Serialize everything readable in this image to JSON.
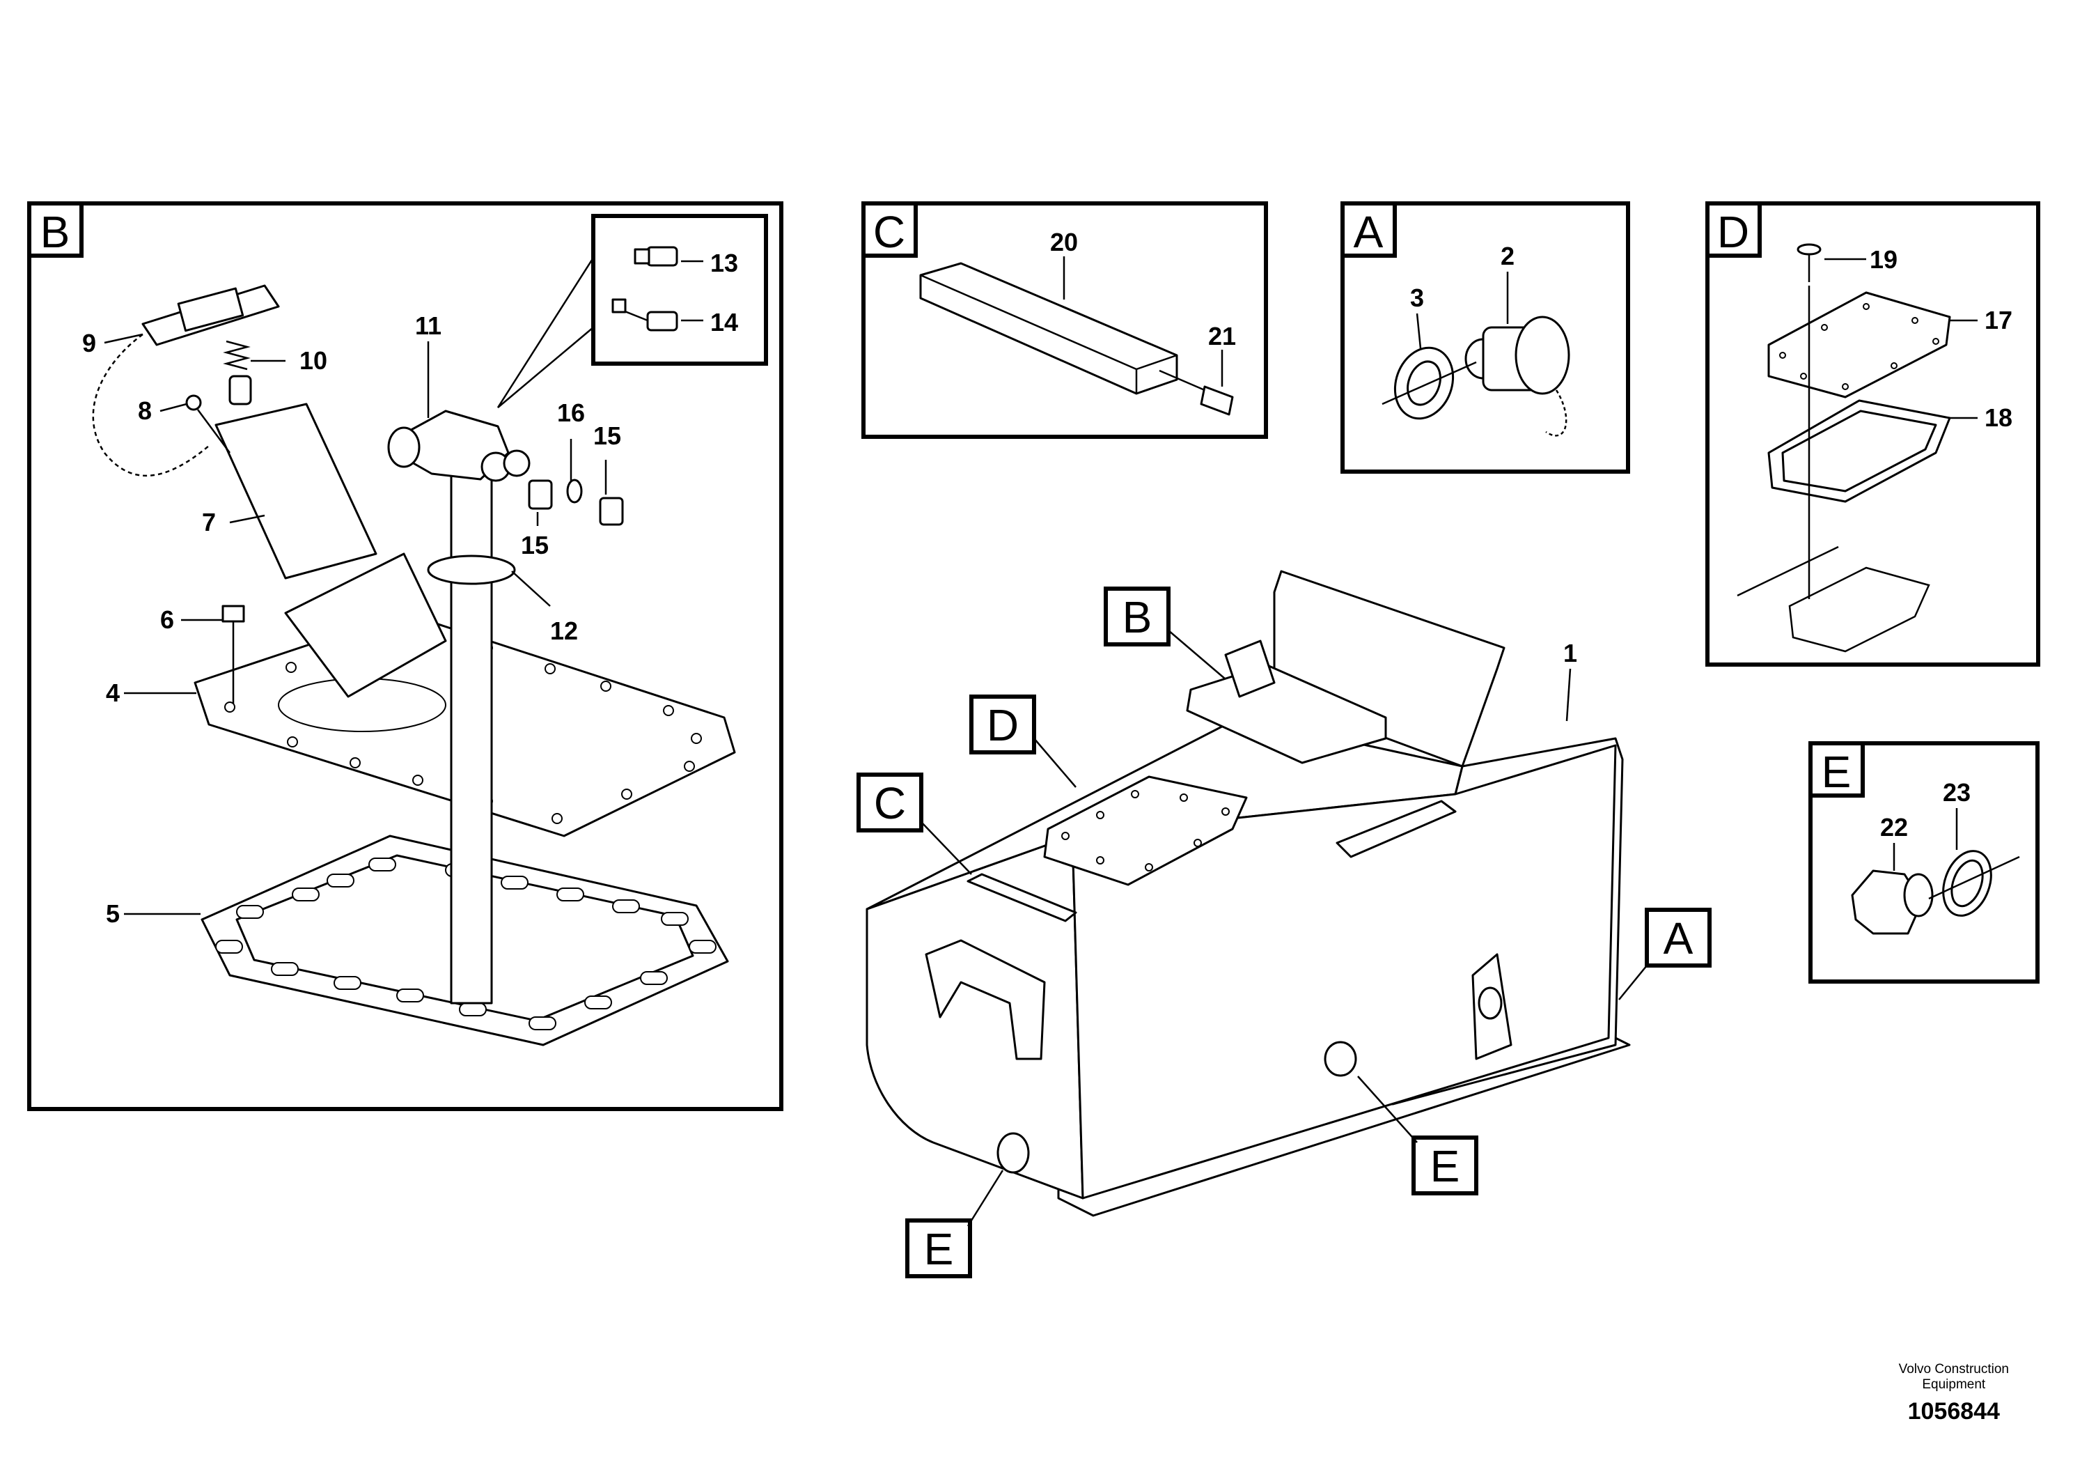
{
  "panels": {
    "B": "B",
    "C": "C",
    "A": "A",
    "D": "D",
    "E": "E"
  },
  "main_view_labels": {
    "B": "B",
    "D": "D",
    "C": "C",
    "A": "A",
    "E1": "E",
    "E2": "E"
  },
  "parts": {
    "p1": "1",
    "p2": "2",
    "p3": "3",
    "p4": "4",
    "p5": "5",
    "p6": "6",
    "p7": "7",
    "p8": "8",
    "p9": "9",
    "p10": "10",
    "p11": "11",
    "p12": "12",
    "p13": "13",
    "p14": "14",
    "p15a": "15",
    "p15b": "15",
    "p16": "16",
    "p17": "17",
    "p18": "18",
    "p19": "19",
    "p20": "20",
    "p21": "21",
    "p22": "22",
    "p23": "23"
  },
  "credit": {
    "line1": "Volvo Construction",
    "line2": "Equipment",
    "number": "1056844"
  }
}
